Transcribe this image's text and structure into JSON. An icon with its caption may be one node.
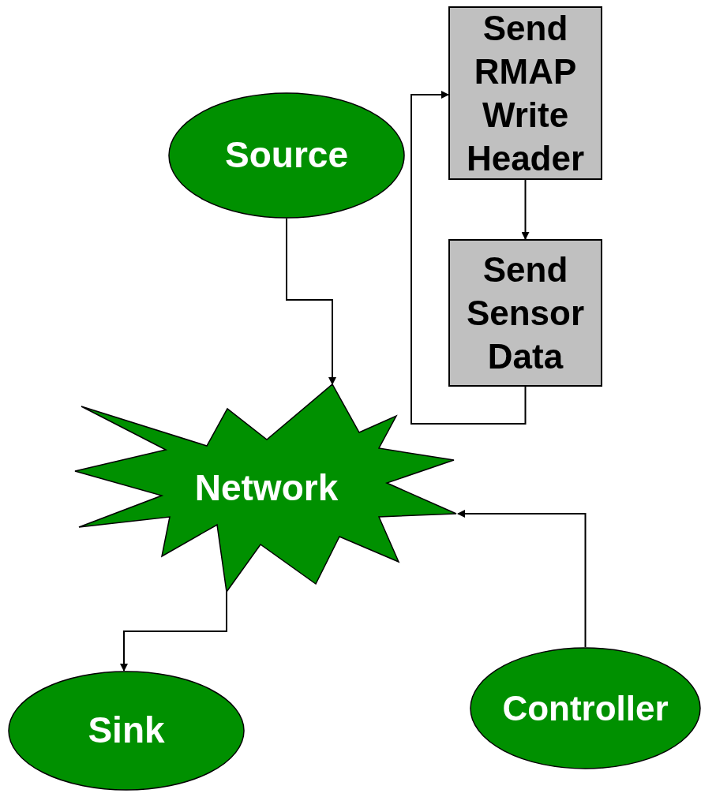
{
  "diagram": {
    "nodes": [
      {
        "text": [
          "Source"
        ]
      },
      {
        "text": [
          "Send RMAP Write Header"
        ]
      },
      {
        "text": [
          "Send Sensor Data"
        ]
      },
      {
        "text": [
          "Network"
        ]
      },
      {
        "text": [
          "Sink"
        ]
      },
      {
        "text": [
          "Controller"
        ]
      }
    ],
    "edges": [
      {
        "from": 0,
        "to": 3,
        "arrow": "to"
      },
      {
        "from": 1,
        "to": 2,
        "arrow": "to"
      },
      {
        "from": 2,
        "to": 1,
        "arrow": "to"
      },
      {
        "from": 3,
        "to": 4,
        "arrow": "to"
      },
      {
        "from": 5,
        "to": 3,
        "arrow": "to"
      }
    ]
  }
}
